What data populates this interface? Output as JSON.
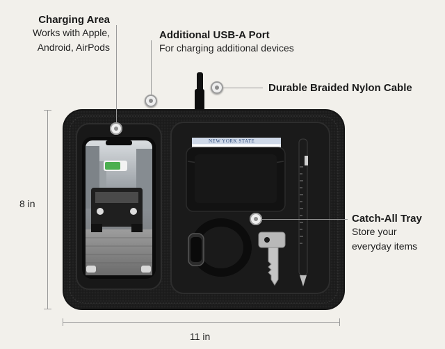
{
  "callouts": {
    "charging_area": {
      "title": "Charging Area",
      "line1": "Works with Apple,",
      "line2": "Android, AirPods"
    },
    "usb_port": {
      "title": "Additional USB-A Port",
      "line1": "For charging additional devices"
    },
    "cable": {
      "title": "Durable Braided Nylon Cable"
    },
    "tray": {
      "title": "Catch-All Tray",
      "line1": "Store your",
      "line2": "everyday items"
    }
  },
  "dimensions": {
    "height": "8 in",
    "width": "11 in"
  },
  "card_text": "NEW YORK STATE",
  "colors": {
    "background": "#f2f0eb",
    "leather": "#1c1c1c",
    "callout_line": "#9a9a9a",
    "battery_green": "#4caf50"
  },
  "icons": [
    "hotspot-marker",
    "phone",
    "card-wallet",
    "smartwatch",
    "key",
    "multi-tool-pen",
    "usb-cable"
  ]
}
